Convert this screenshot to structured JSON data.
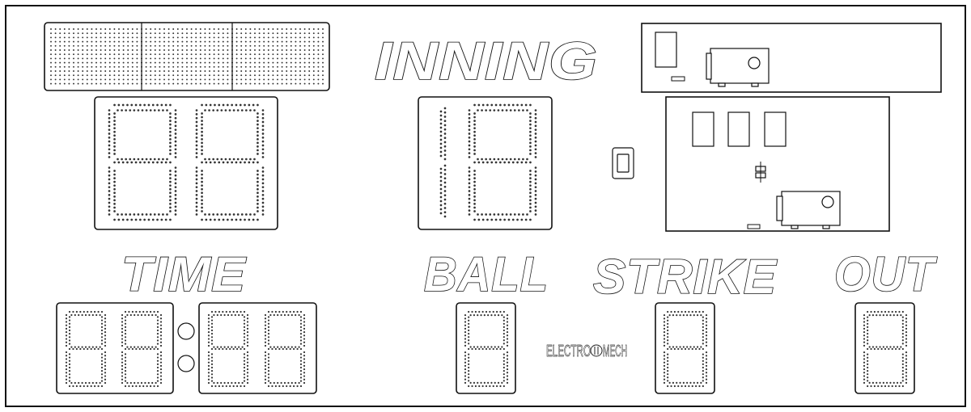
{
  "labels": {
    "inning": "INNING",
    "time": "TIME",
    "ball": "BALL",
    "strike": "STRIKE",
    "out": "OUT"
  },
  "brand": {
    "left": "ELECTRO",
    "right": "MECH"
  },
  "colors": {
    "line": "#111111",
    "dot": "#333333",
    "background": "#ffffff"
  },
  "icons": {
    "switch": "toggle-switch-icon",
    "horn": "horn-icon",
    "colon": "colon-lamp-icon"
  }
}
